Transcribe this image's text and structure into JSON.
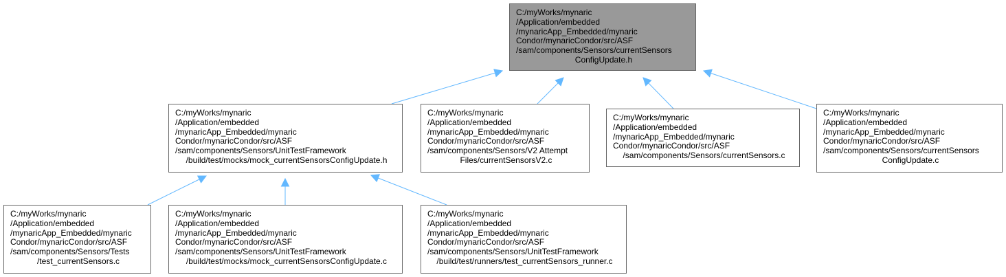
{
  "colors": {
    "edge": "#63b8ff",
    "node_border": "#666666",
    "root_fill": "#999999",
    "node_fill": "#ffffff"
  },
  "nodes": {
    "root": [
      "C:/myWorks/mynaric",
      "/Application/embedded",
      "/mynaricApp_Embedded/mynaric",
      "Condor/mynaricCondor/src/ASF",
      "/sam/components/Sensors/currentSensors",
      "ConfigUpdate.h"
    ],
    "mock_h": [
      "C:/myWorks/mynaric",
      "/Application/embedded",
      "/mynaricApp_Embedded/mynaric",
      "Condor/mynaricCondor/src/ASF",
      "/sam/components/Sensors/UnitTestFramework",
      "/build/test/mocks/mock_currentSensorsConfigUpdate.h"
    ],
    "v2": [
      "C:/myWorks/mynaric",
      "/Application/embedded",
      "/mynaricApp_Embedded/mynaric",
      "Condor/mynaricCondor/src/ASF",
      "/sam/components/Sensors/V2 Attempt",
      "Files/currentSensorsV2.c"
    ],
    "cs_c": [
      "C:/myWorks/mynaric",
      "/Application/embedded",
      "/mynaricApp_Embedded/mynaric",
      "Condor/mynaricCondor/src/ASF",
      "/sam/components/Sensors/currentSensors.c"
    ],
    "cfg_c": [
      "C:/myWorks/mynaric",
      "/Application/embedded",
      "/mynaricApp_Embedded/mynaric",
      "Condor/mynaricCondor/src/ASF",
      "/sam/components/Sensors/currentSensors",
      "ConfigUpdate.c"
    ],
    "test_c": [
      "C:/myWorks/mynaric",
      "/Application/embedded",
      "/mynaricApp_Embedded/mynaric",
      "Condor/mynaricCondor/src/ASF",
      "/sam/components/Sensors/Tests",
      "/test_currentSensors.c"
    ],
    "mock_c": [
      "C:/myWorks/mynaric",
      "/Application/embedded",
      "/mynaricApp_Embedded/mynaric",
      "Condor/mynaricCondor/src/ASF",
      "/sam/components/Sensors/UnitTestFramework",
      "/build/test/mocks/mock_currentSensorsConfigUpdate.c"
    ],
    "runner_c": [
      "C:/myWorks/mynaric",
      "/Application/embedded",
      "/mynaricApp_Embedded/mynaric",
      "Condor/mynaricCondor/src/ASF",
      "/sam/components/Sensors/UnitTestFramework",
      "/build/test/runners/test_currentSensors_runner.c"
    ]
  },
  "edges": [
    {
      "from": "mock_h",
      "to": "root"
    },
    {
      "from": "v2",
      "to": "root"
    },
    {
      "from": "cs_c",
      "to": "root"
    },
    {
      "from": "cfg_c",
      "to": "root"
    },
    {
      "from": "test_c",
      "to": "mock_h"
    },
    {
      "from": "mock_c",
      "to": "mock_h"
    },
    {
      "from": "runner_c",
      "to": "mock_h"
    }
  ]
}
